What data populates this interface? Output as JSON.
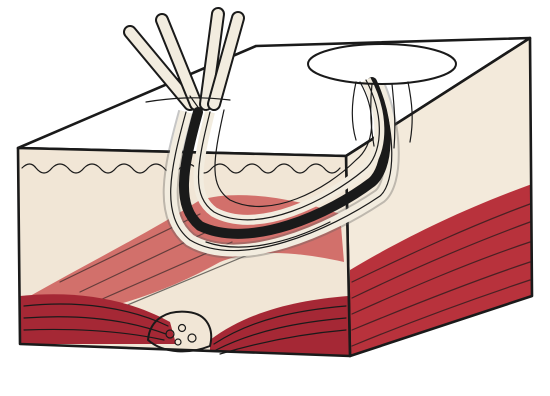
{
  "diagram": {
    "labels": [],
    "colors": {
      "skin_surface": "#efe9e6",
      "dermis": "#f1e6d6",
      "muscle_dark": "#8e1f2b",
      "muscle_mid": "#b8323c",
      "muscle_light": "#d88a86",
      "fat_side": "#f3eadb",
      "tube": "#f2ecdf",
      "ink": "#1a1a1a"
    },
    "parts": [
      "skin-surface",
      "front-face",
      "right-face",
      "tube-bundle",
      "stoma-disc",
      "muscle-layer-front",
      "muscle-layer-side",
      "bone-cross-section"
    ]
  }
}
